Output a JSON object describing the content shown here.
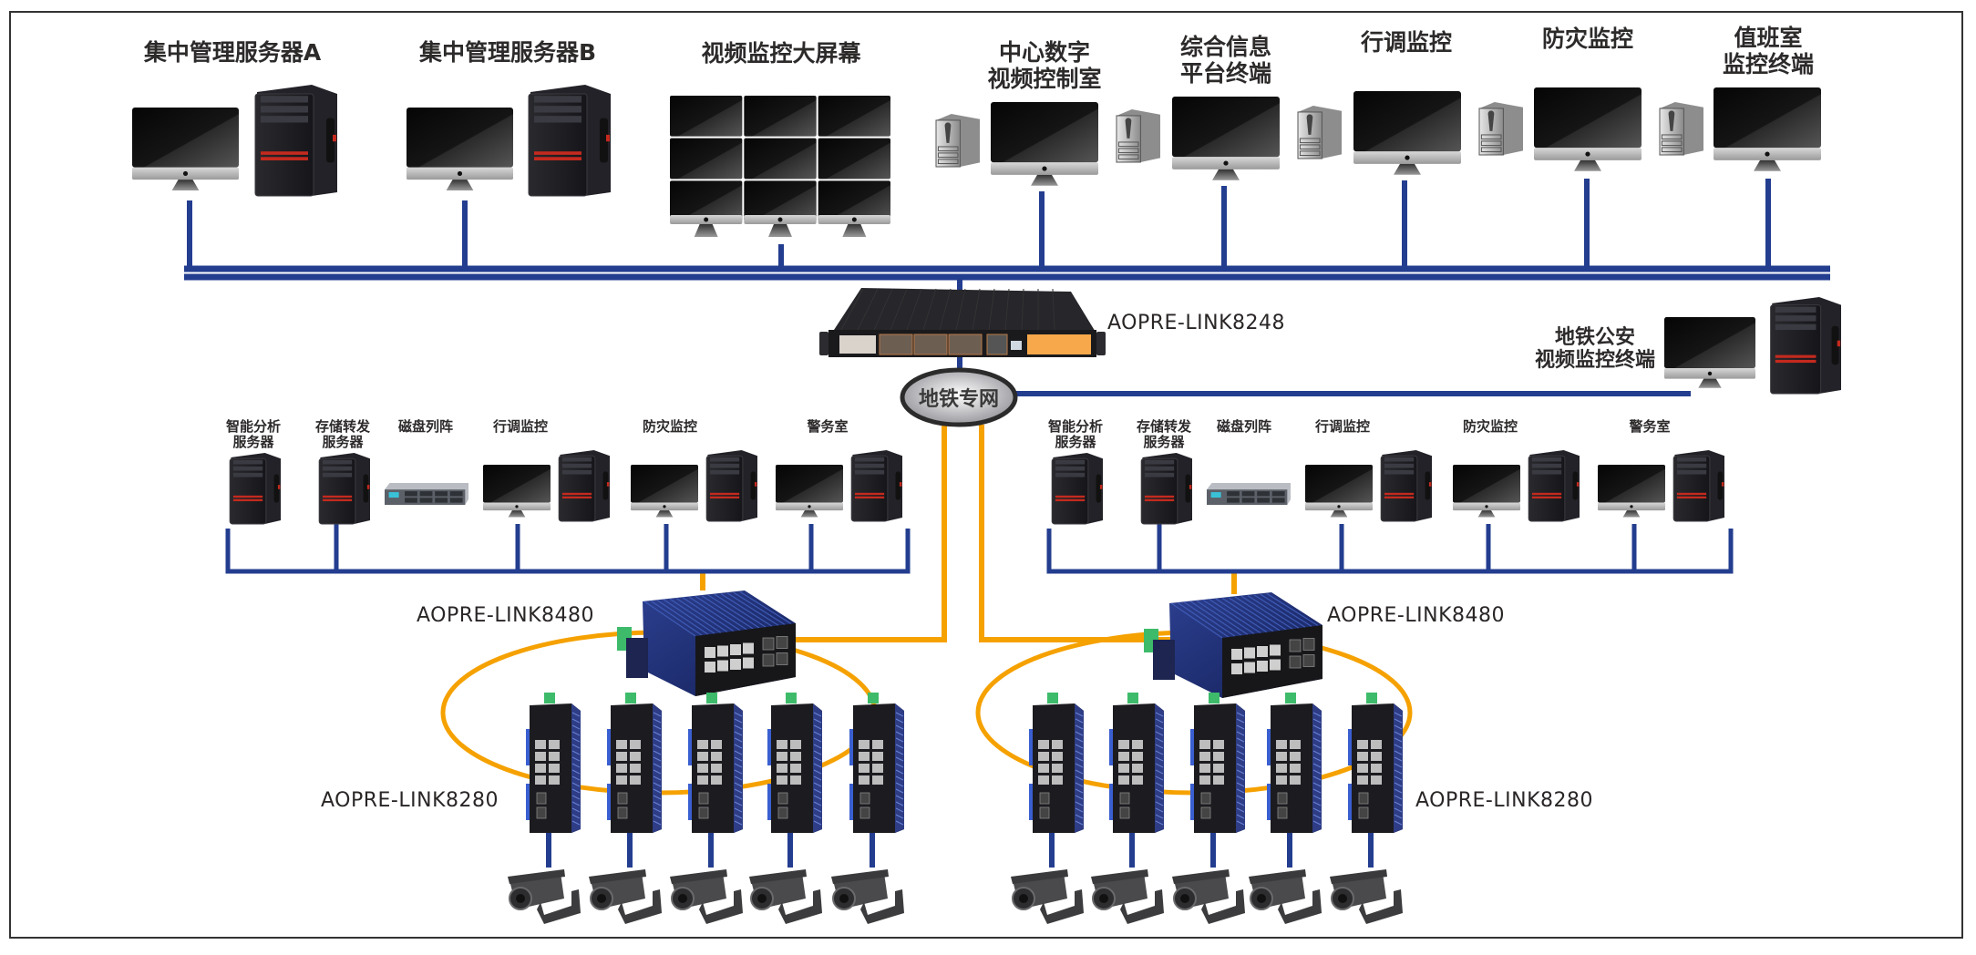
{
  "title": "地铁视频监控网络拓扑图",
  "colors": {
    "ethernet_line": "#233d8f",
    "fiber_ring": "#f5a100",
    "frame": "#333333",
    "label_text": "#2d2a2a"
  },
  "control_center": {
    "nodes": [
      {
        "id": "mgmt-a",
        "label_lines": [
          "集中管理服务器A"
        ],
        "devices": [
          "monitor-icon",
          "tower-server-icon"
        ]
      },
      {
        "id": "mgmt-b",
        "label_lines": [
          "集中管理服务器B"
        ],
        "devices": [
          "monitor-icon",
          "tower-server-icon"
        ]
      },
      {
        "id": "video-wall",
        "label_lines": [
          "视频监控大屏幕"
        ],
        "devices": [
          "video-wall-icon"
        ]
      },
      {
        "id": "digital-video-control",
        "label_lines": [
          "中心数字",
          "视频控制室"
        ],
        "devices": [
          "workstation-icon",
          "monitor-icon"
        ]
      },
      {
        "id": "info-platform",
        "label_lines": [
          "综合信息",
          "平台终端"
        ],
        "devices": [
          "workstation-icon",
          "monitor-icon"
        ]
      },
      {
        "id": "dispatch-monitor",
        "label_lines": [
          "行调监控"
        ],
        "devices": [
          "workstation-icon",
          "monitor-icon"
        ]
      },
      {
        "id": "disaster-monitor",
        "label_lines": [
          "防灾监控"
        ],
        "devices": [
          "workstation-icon",
          "monitor-icon"
        ]
      },
      {
        "id": "duty-room",
        "label_lines": [
          "值班室",
          "监控终端"
        ],
        "devices": [
          "workstation-icon",
          "monitor-icon"
        ]
      }
    ]
  },
  "core": {
    "switch_model": "AOPRE-LINK8248",
    "network_label": "地铁专网",
    "police_terminal": {
      "label_lines": [
        "地铁公安",
        "视频监控终端"
      ]
    }
  },
  "stations": [
    {
      "side": "left",
      "devices": [
        {
          "label_lines": [
            "智能分析",
            "服务器"
          ],
          "kind": "server"
        },
        {
          "label_lines": [
            "存储转发",
            "服务器"
          ],
          "kind": "server"
        },
        {
          "label_lines": [
            "磁盘列阵"
          ],
          "kind": "disk-array"
        },
        {
          "label_lines": [
            "行调监控"
          ],
          "kind": "workstation"
        },
        {
          "label_lines": [
            "防灾监控"
          ],
          "kind": "workstation"
        },
        {
          "label_lines": [
            "警务室"
          ],
          "kind": "workstation"
        }
      ],
      "aggregation_switch": "AOPRE-LINK8480",
      "access_switch": "AOPRE-LINK8280",
      "access_switch_count": 5,
      "camera_count": 5
    },
    {
      "side": "right",
      "devices": [
        {
          "label_lines": [
            "智能分析",
            "服务器"
          ],
          "kind": "server"
        },
        {
          "label_lines": [
            "存储转发",
            "服务器"
          ],
          "kind": "server"
        },
        {
          "label_lines": [
            "磁盘列阵"
          ],
          "kind": "disk-array"
        },
        {
          "label_lines": [
            "行调监控"
          ],
          "kind": "workstation"
        },
        {
          "label_lines": [
            "防灾监控"
          ],
          "kind": "workstation"
        },
        {
          "label_lines": [
            "警务室"
          ],
          "kind": "workstation"
        }
      ],
      "aggregation_switch": "AOPRE-LINK8480",
      "access_switch": "AOPRE-LINK8280",
      "access_switch_count": 5,
      "camera_count": 5
    }
  ]
}
